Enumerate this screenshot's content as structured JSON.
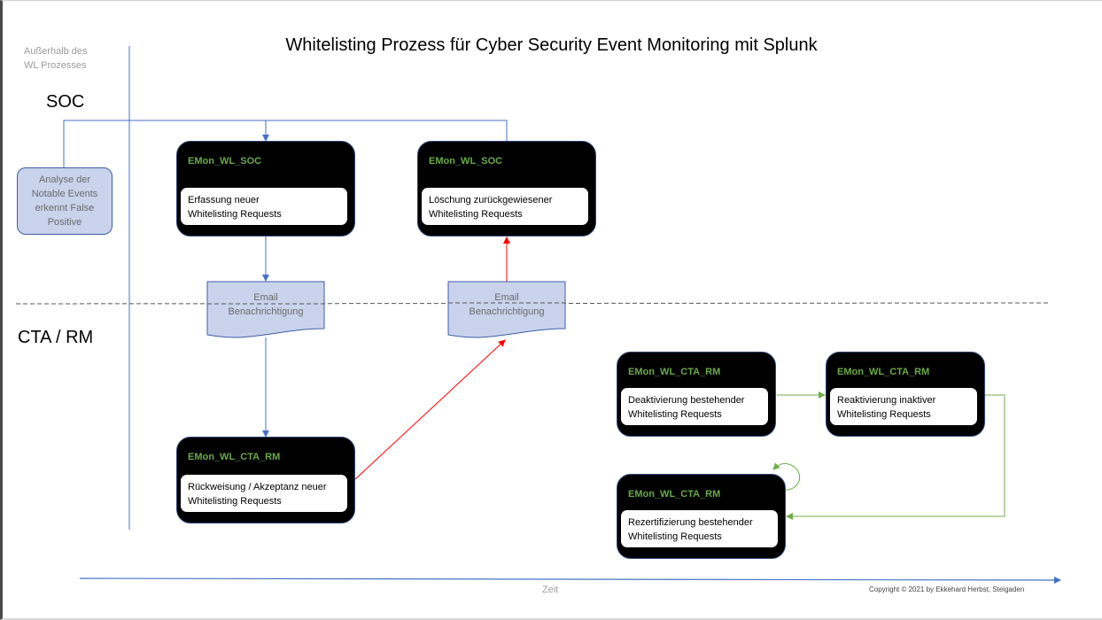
{
  "title": "Whitelisting Prozess für Cyber Security Event Monitoring mit Splunk",
  "outside_label": [
    "Außerhalb des",
    "WL Prozesses"
  ],
  "lanes": {
    "soc": "SOC",
    "cta_rm": "CTA / RM"
  },
  "analyse_box": [
    "Analyse der",
    "Notable Events",
    "erkennt False",
    "Positive"
  ],
  "nodes": [
    {
      "id": "soc-erfassung",
      "title": "EMon_WL_SOC",
      "lines": [
        "Erfassung neuer",
        "Whitelisting Requests"
      ]
    },
    {
      "id": "soc-loeschung",
      "title": "EMon_WL_SOC",
      "lines": [
        "Löschung zurückgewiesener",
        "Whitelisting Requests"
      ]
    },
    {
      "id": "cta-rueckweisung",
      "title": "EMon_WL_CTA_RM",
      "lines": [
        "Rückweisung / Akzeptanz neuer",
        "Whitelisting Requests"
      ]
    },
    {
      "id": "cta-deaktivierung",
      "title": "EMon_WL_CTA_RM",
      "lines": [
        "Deaktivierung bestehender",
        "Whitelisting Requests"
      ]
    },
    {
      "id": "cta-reaktivierung",
      "title": "EMon_WL_CTA_RM",
      "lines": [
        "Reaktivierung inaktiver",
        "Whitelisting Requests"
      ]
    },
    {
      "id": "cta-rezertifizierung",
      "title": "EMon_WL_CTA_RM",
      "lines": [
        "Rezertifizierung bestehender",
        "Whitelisting Requests"
      ]
    }
  ],
  "email_docs": [
    {
      "lines": [
        "Email",
        "Benachrichtigung"
      ]
    },
    {
      "lines": [
        "Email",
        "Benachrichtigung"
      ]
    }
  ],
  "axis_label": "Zeit",
  "copyright": "Copyright © 2021 by Ekkehard Herbst, Steigaden",
  "colors": {
    "blue_flow": "#4472c4",
    "red_flow": "#ff0000",
    "green_flow": "#70ad47",
    "node_title": "#6aaa4a",
    "doc_fill": "#c9d3ec"
  }
}
